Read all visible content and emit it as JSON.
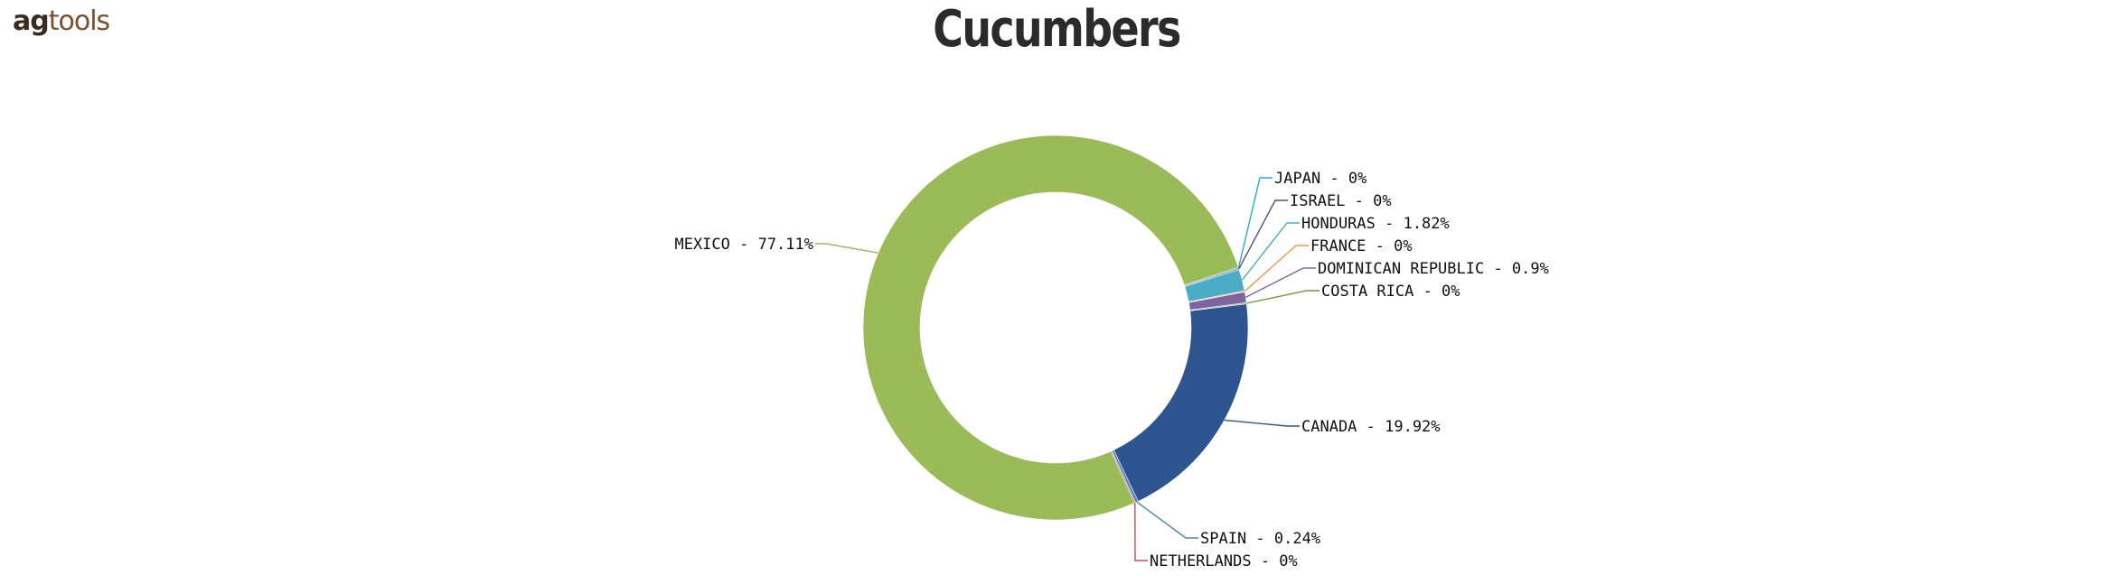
{
  "brand": {
    "logo_ag": "ag",
    "logo_tools": "tools"
  },
  "chart_data": {
    "type": "pie",
    "variant": "donut",
    "title": "Cucumbers",
    "legend": "none",
    "slices": [
      {
        "label": "MEXICO - 77.11%",
        "name": "MEXICO",
        "value": 77.11,
        "color": "#9bbb59"
      },
      {
        "label": "JAPAN - 0%",
        "name": "JAPAN",
        "value": 0,
        "color": "#24b0c0"
      },
      {
        "label": "ISRAEL - 0%",
        "name": "ISRAEL",
        "value": 0,
        "color": "#604a7b"
      },
      {
        "label": "HONDURAS - 1.82%",
        "name": "HONDURAS",
        "value": 1.82,
        "color": "#4bacc6"
      },
      {
        "label": "FRANCE - 0%",
        "name": "FRANCE",
        "value": 0,
        "color": "#f79646"
      },
      {
        "label": "DOMINICAN REPUBLIC - 0.9%",
        "name": "DOMINICAN REPUBLIC",
        "value": 0.9,
        "color": "#8064a2"
      },
      {
        "label": "COSTA RICA - 0%",
        "name": "COSTA RICA",
        "value": 0,
        "color": "#77933c"
      },
      {
        "label": "CANADA - 19.92%",
        "name": "CANADA",
        "value": 19.92,
        "color": "#2f5590"
      },
      {
        "label": "SPAIN - 0.24%",
        "name": "SPAIN",
        "value": 0.24,
        "color": "#4f81bd"
      },
      {
        "label": "NETHERLANDS - 0%",
        "name": "NETHERLANDS",
        "value": 0,
        "color": "#c0504d"
      }
    ]
  }
}
